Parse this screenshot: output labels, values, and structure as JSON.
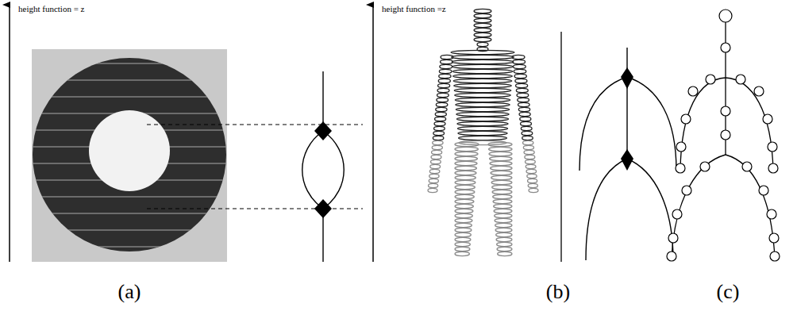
{
  "diagram": {
    "labels": [
      "height function = z",
      "(a)",
      "height function =z",
      "(b)",
      "(c)"
    ]
  }
}
